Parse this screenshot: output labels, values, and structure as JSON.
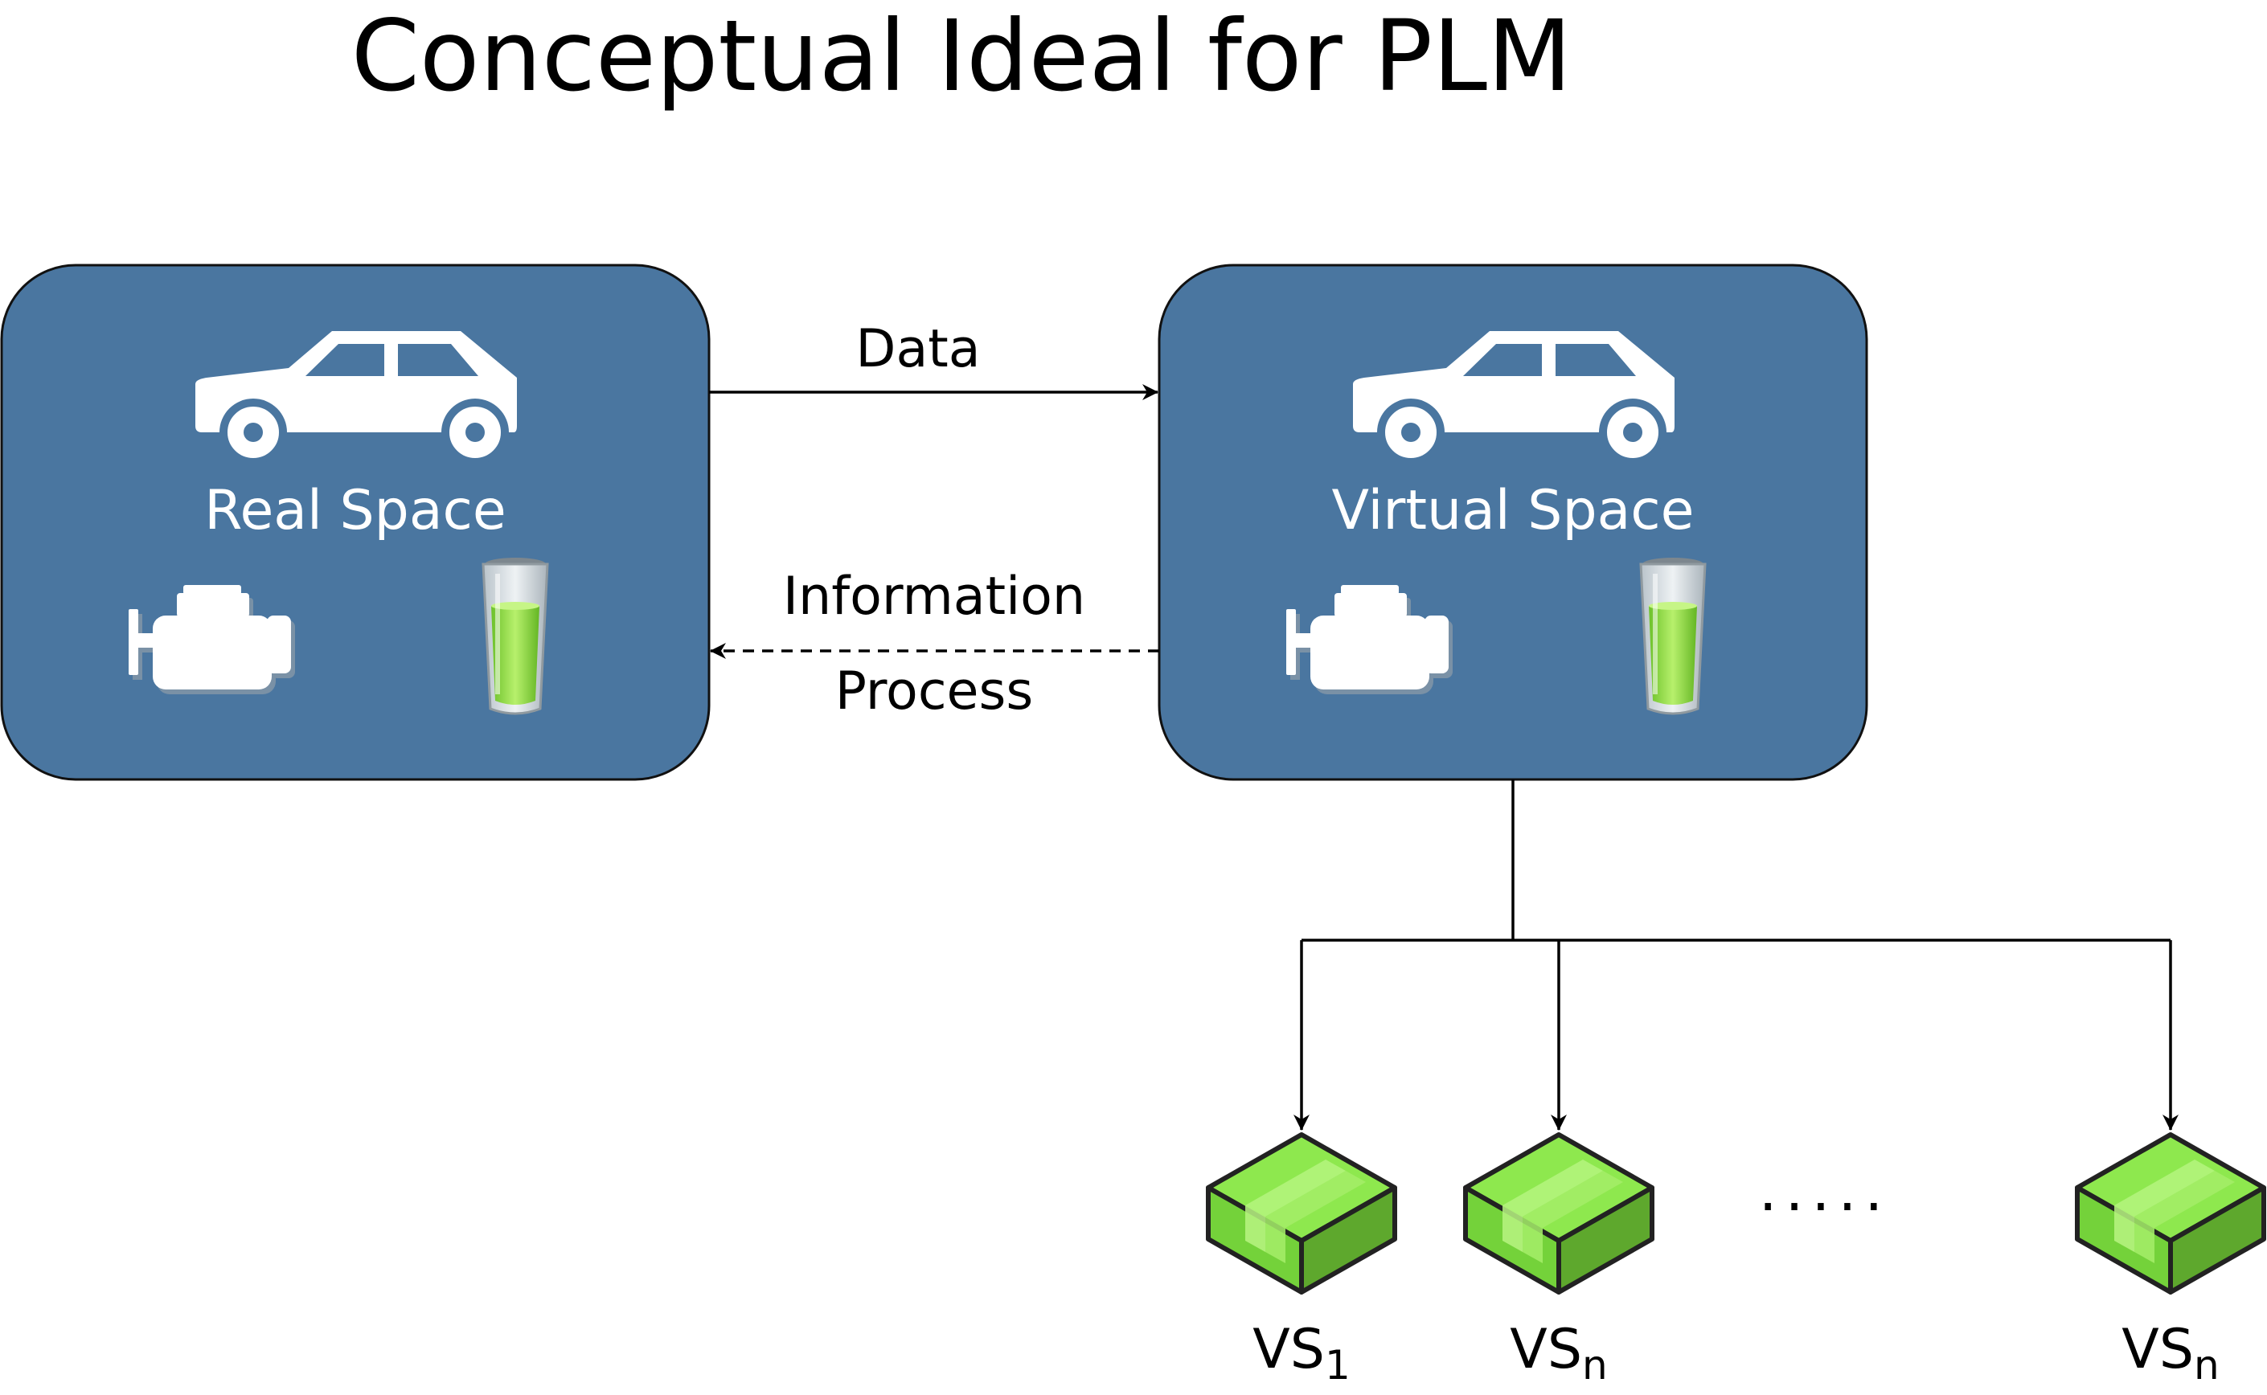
{
  "title": "Conceptual Ideal for PLM",
  "colors": {
    "box_fill": "#4a76a0",
    "box_stroke": "#111111",
    "icon_fill": "#ffffff",
    "cube_top": "#8ee84e",
    "cube_left": "#74d23a",
    "cube_right": "#5ea82d",
    "cube_stroke": "#222222",
    "liquid": "#86d83a"
  },
  "real_space": {
    "label": "Real Space",
    "icons": [
      "car-icon",
      "engine-icon",
      "battery-glass-icon"
    ]
  },
  "virtual_space": {
    "label": "Virtual Space",
    "icons": [
      "car-icon",
      "engine-icon",
      "battery-glass-icon"
    ]
  },
  "flows": {
    "data_label": "Data",
    "info_label": "Information",
    "process_label": "Process"
  },
  "subspaces": {
    "prefix": "VS",
    "items": [
      {
        "subscript": "1"
      },
      {
        "subscript": "n"
      },
      {
        "subscript": "n"
      }
    ],
    "ellipsis": "....."
  }
}
